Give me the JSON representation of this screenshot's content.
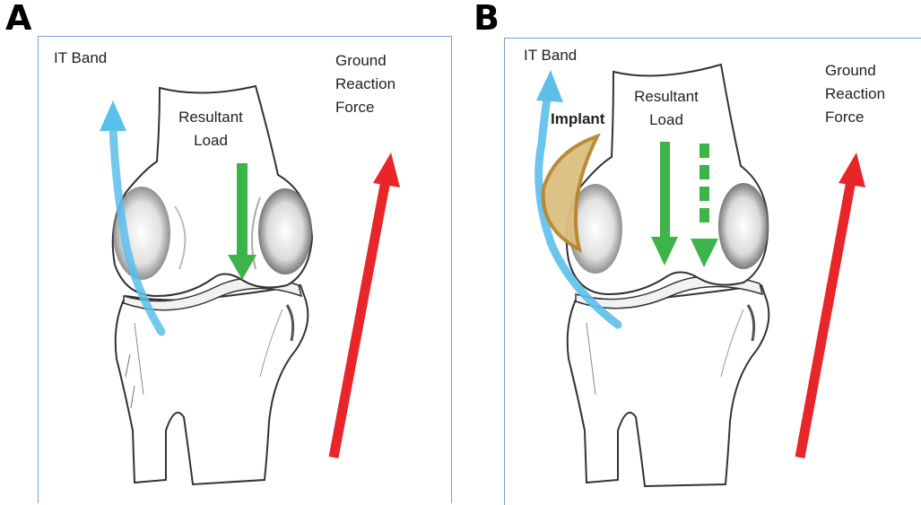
{
  "panels": [
    {
      "id": "A",
      "letter": "A",
      "it_band_label": "IT Band",
      "resultant_load_label_line1": "Resultant",
      "resultant_load_label_line2": "Load",
      "ground_reaction_line1": "Ground",
      "ground_reaction_line2": "Reaction",
      "ground_reaction_line3": "Force"
    },
    {
      "id": "B",
      "letter": "B",
      "it_band_label": "IT Band",
      "implant_label": "Implant",
      "resultant_load_label_line1": "Resultant",
      "resultant_load_label_line2": "Load",
      "ground_reaction_line1": "Ground",
      "ground_reaction_line2": "Reaction",
      "ground_reaction_line3": "Force"
    }
  ],
  "colors": {
    "it_band": "#5bbfea",
    "resultant_load": "#3db449",
    "ground_reaction": "#e8262a",
    "implant_fill": "#dcbf82",
    "implant_stroke": "#b8862c",
    "frame": "#7a9fd4"
  }
}
